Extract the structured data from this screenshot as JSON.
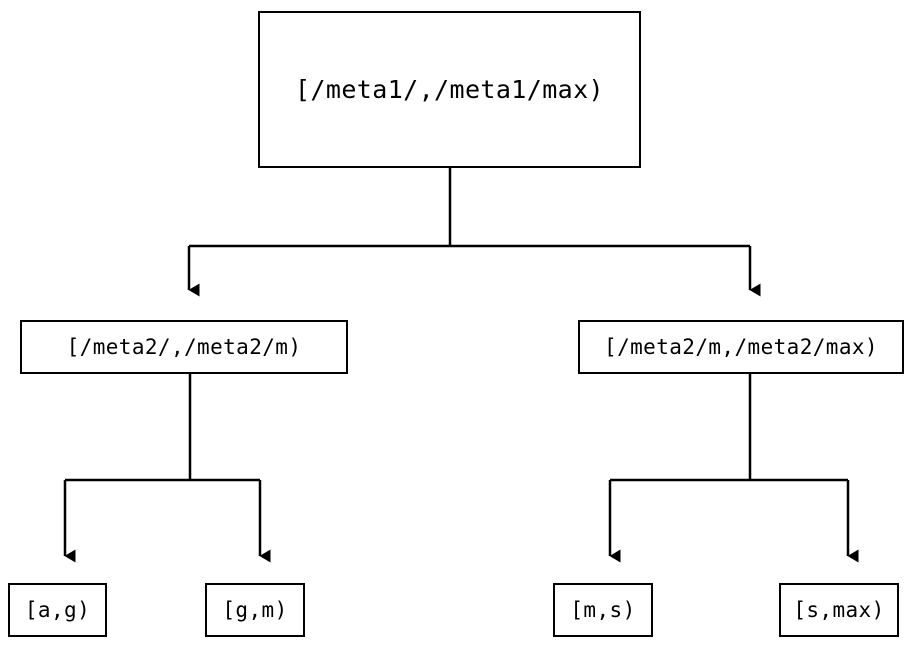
{
  "diagram": {
    "type": "tree",
    "orientation": "top-down",
    "edge_style": "orthogonal",
    "arrowhead": "filled-triangle",
    "stroke_color": "#000000",
    "background_color": "#ffffff",
    "node_fill": "#ffffff",
    "node_border_color": "#000000",
    "text_color": "#000000",
    "nodes": {
      "root": {
        "label": "[/meta1/,/meta1/max)"
      },
      "level2": [
        {
          "label": "[/meta2/,/meta2/m)"
        },
        {
          "label": "[/meta2/m,/meta2/max)"
        }
      ],
      "leaves": [
        {
          "label": "[a,g)"
        },
        {
          "label": "[g,m)"
        },
        {
          "label": "[m,s)"
        },
        {
          "label": "[s,max)"
        }
      ]
    }
  }
}
